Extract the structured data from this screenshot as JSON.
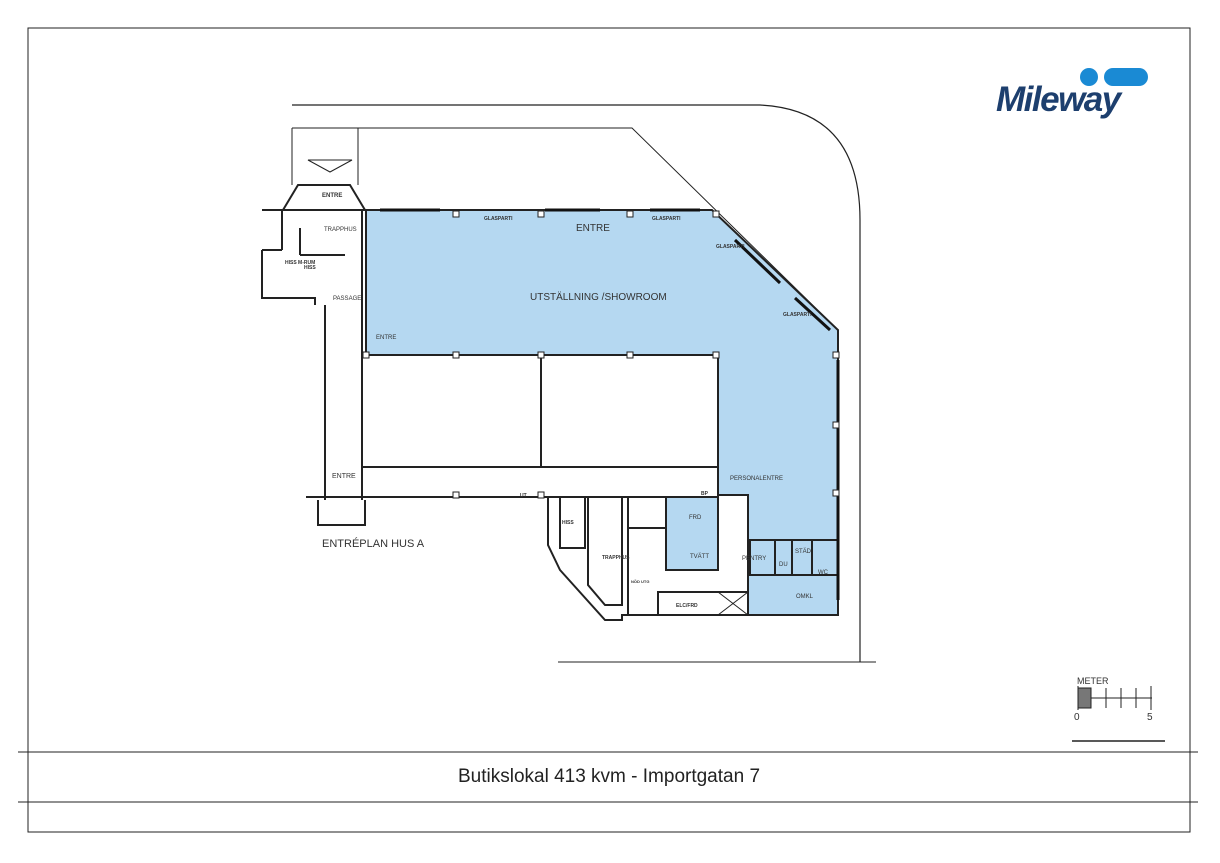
{
  "logo": {
    "text": "Mileway",
    "color": "#1a8ad4",
    "text_color": "#1d3f6e"
  },
  "title": "Butikslokal 413 kvm - Importgatan 7",
  "plan_label": "ENTRÉPLAN HUS A",
  "highlight_color": "#b5d8f1",
  "rooms": {
    "entre_top": "ENTRE",
    "showroom": "UTSTÄLLNING /SHOWROOM",
    "glasparti_1": "GLASPARTI",
    "glasparti_2": "GLASPARTI",
    "glasparti_3": "GLASPARTI",
    "glasparti_4": "GLASPARTI",
    "entre_left": "ENTRE",
    "entre_lower": "ENTRE",
    "entre_stair": "ENTRE",
    "trapphus": "TRAPPHUS",
    "hiss": "HISS",
    "hiss_rum": "HISS M-RUM",
    "passage": "PASSAGE",
    "personalentre": "PERSONALENTRE",
    "frd": "FRD",
    "tvatt": "TVÄTT",
    "pentry": "PENTRY",
    "du": "DU",
    "stad": "STÄD",
    "wc": "WC",
    "omkl": "OMKL",
    "hiss_lower": "HISS",
    "trapphus_lower": "TRAPPHUS",
    "nod_utg": "NÖD UTG",
    "el_fjv": "ELC/FRD",
    "ut": "UT",
    "bp": "BP"
  },
  "scale": {
    "label": "METER",
    "min": "0",
    "max": "5"
  }
}
